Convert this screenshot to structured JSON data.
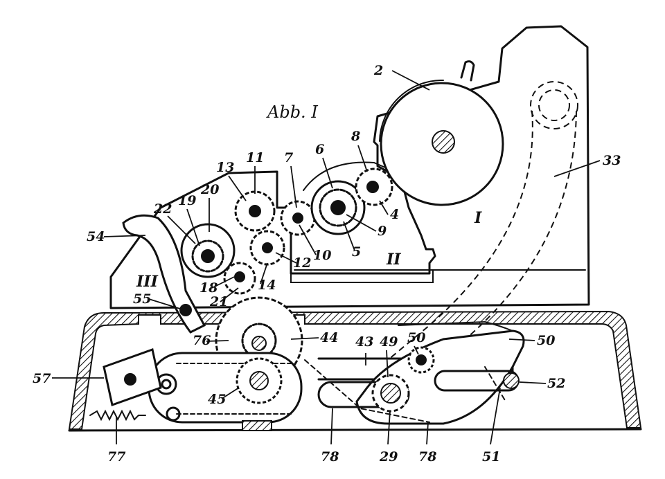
{
  "figure": {
    "title": "Abb. I",
    "section_numerals": [
      "I",
      "II",
      "III"
    ],
    "part_numbers": [
      "2",
      "33",
      "11",
      "7",
      "6",
      "8",
      "13",
      "20",
      "19",
      "22",
      "4",
      "9",
      "5",
      "10",
      "12",
      "54",
      "14",
      "18",
      "21",
      "55",
      "76",
      "44",
      "43",
      "49",
      "50",
      "50",
      "57",
      "45",
      "52",
      "77",
      "78",
      "29",
      "78",
      "51"
    ]
  }
}
